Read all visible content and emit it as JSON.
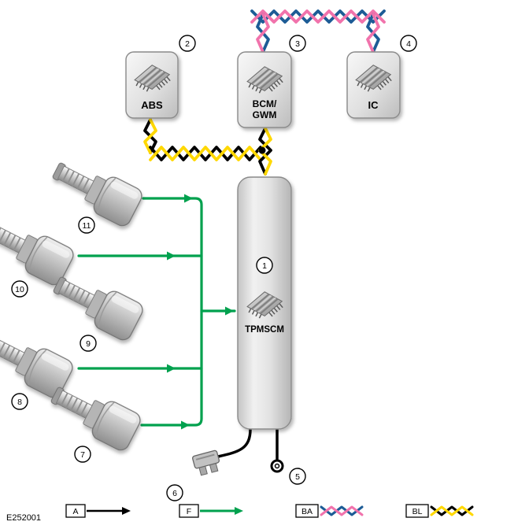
{
  "figure": {
    "id": "E252001"
  },
  "modules": {
    "tpmscm": {
      "label": "TPMSCM"
    },
    "abs": {
      "label": "ABS"
    },
    "bcm_gwm": {
      "line1": "BCM/",
      "line2": "GWM"
    },
    "ic": {
      "label": "IC"
    }
  },
  "callouts": {
    "c1": "1",
    "c2": "2",
    "c3": "3",
    "c4": "4",
    "c5": "5",
    "c6": "6",
    "c7": "7",
    "c8": "8",
    "c9": "9",
    "c10": "10",
    "c11": "11"
  },
  "legend": {
    "a": {
      "label": "A",
      "wire": "#000000"
    },
    "f": {
      "label": "F",
      "wire": "#00a14e"
    },
    "ba": {
      "label": "BA",
      "wire1": "#f173ac",
      "wire2": "#1d5c96"
    },
    "bl": {
      "label": "BL",
      "wire1": "#ffd800",
      "wire2": "#000000"
    }
  }
}
